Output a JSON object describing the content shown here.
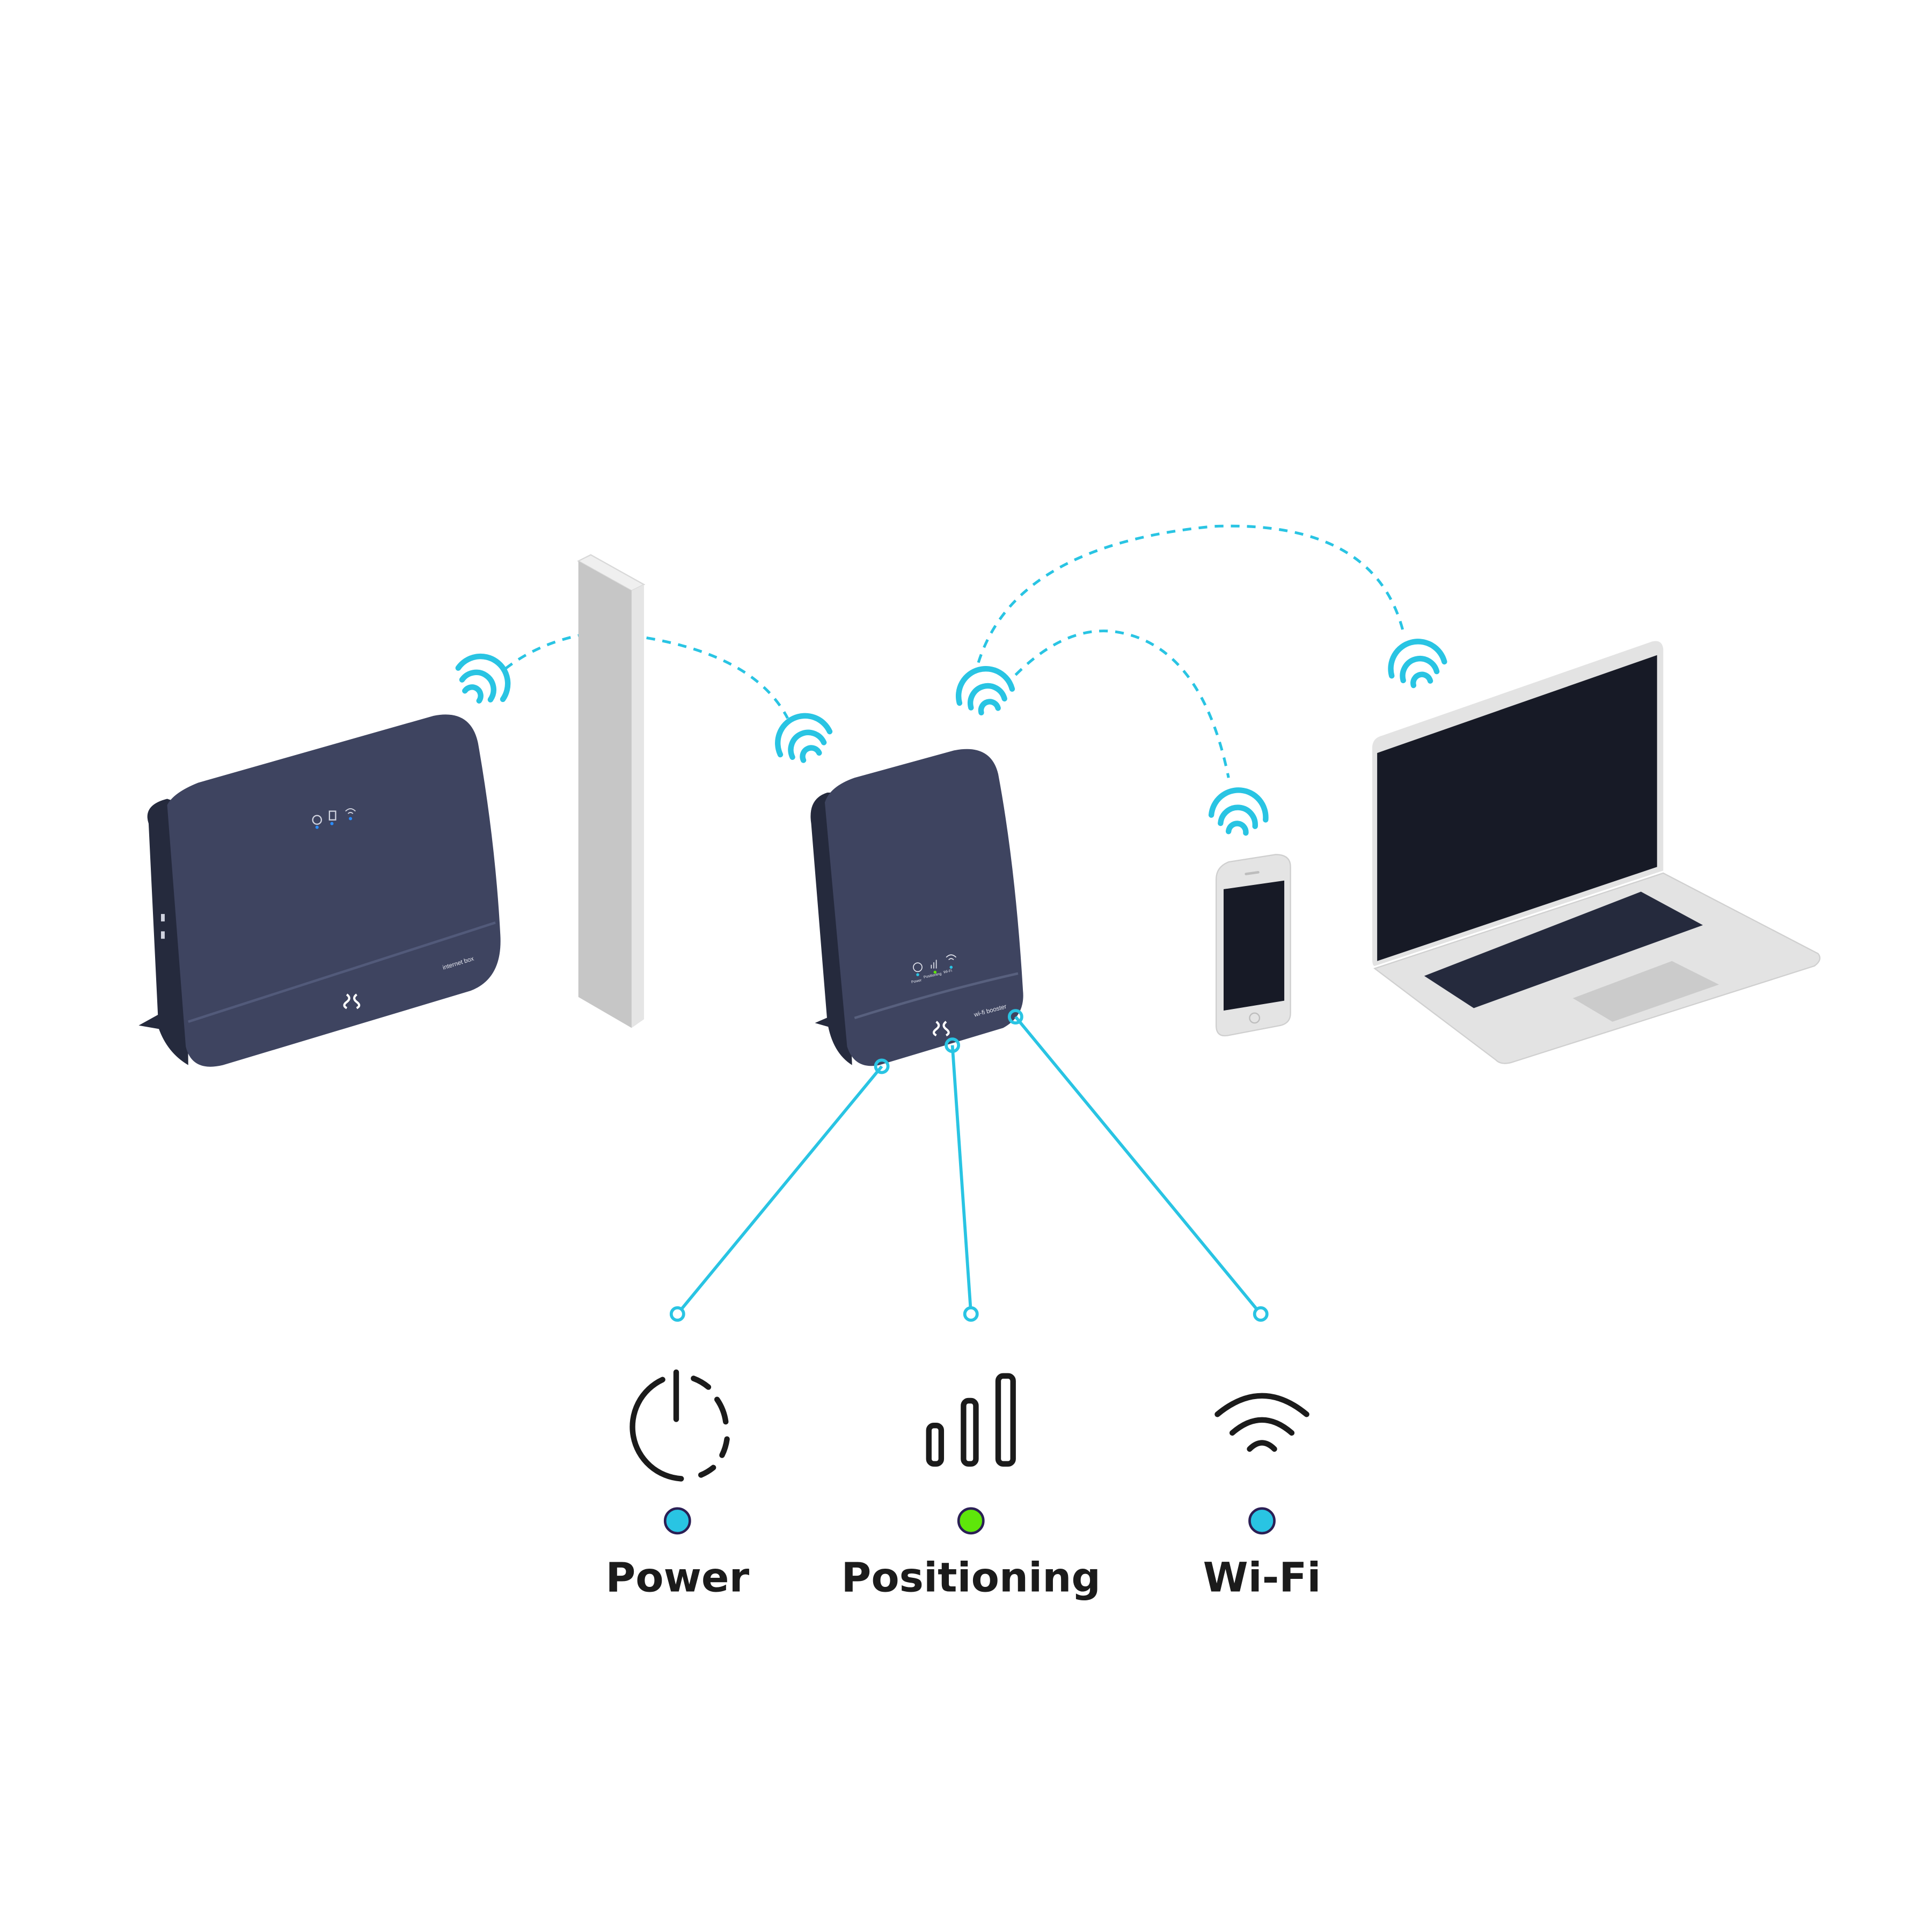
{
  "diagram": {
    "title": "Wi-Fi booster setup",
    "colors": {
      "accent": "#29c4e3",
      "device_body": "#3e4460",
      "device_side": "#252a3d",
      "wall": "#c6c6c6",
      "laptop_body": "#e3e3e3",
      "screen": "#171a26",
      "status_blue": "#29c4e3",
      "status_green": "#5ee60a",
      "label_text": "#1b1b1b"
    },
    "devices": {
      "internet_box": {
        "name": "internet box",
        "indicators": [
          "Internet",
          "Phone",
          "Wi-Fi"
        ]
      },
      "wall": {
        "name": "wall"
      },
      "wifi_booster": {
        "name": "wi-fi booster",
        "indicators": [
          "Power",
          "Positioning",
          "Wi-Fi"
        ]
      },
      "smartphone": {
        "name": "smartphone"
      },
      "laptop": {
        "name": "laptop"
      }
    },
    "legend": [
      {
        "label": "Power",
        "icon": "power-icon",
        "status_color": "#29c4e3"
      },
      {
        "label": "Positioning",
        "icon": "signal-bars-icon",
        "status_color": "#5ee60a"
      },
      {
        "label": "Wi-Fi",
        "icon": "wifi-icon",
        "status_color": "#29c4e3"
      }
    ]
  }
}
